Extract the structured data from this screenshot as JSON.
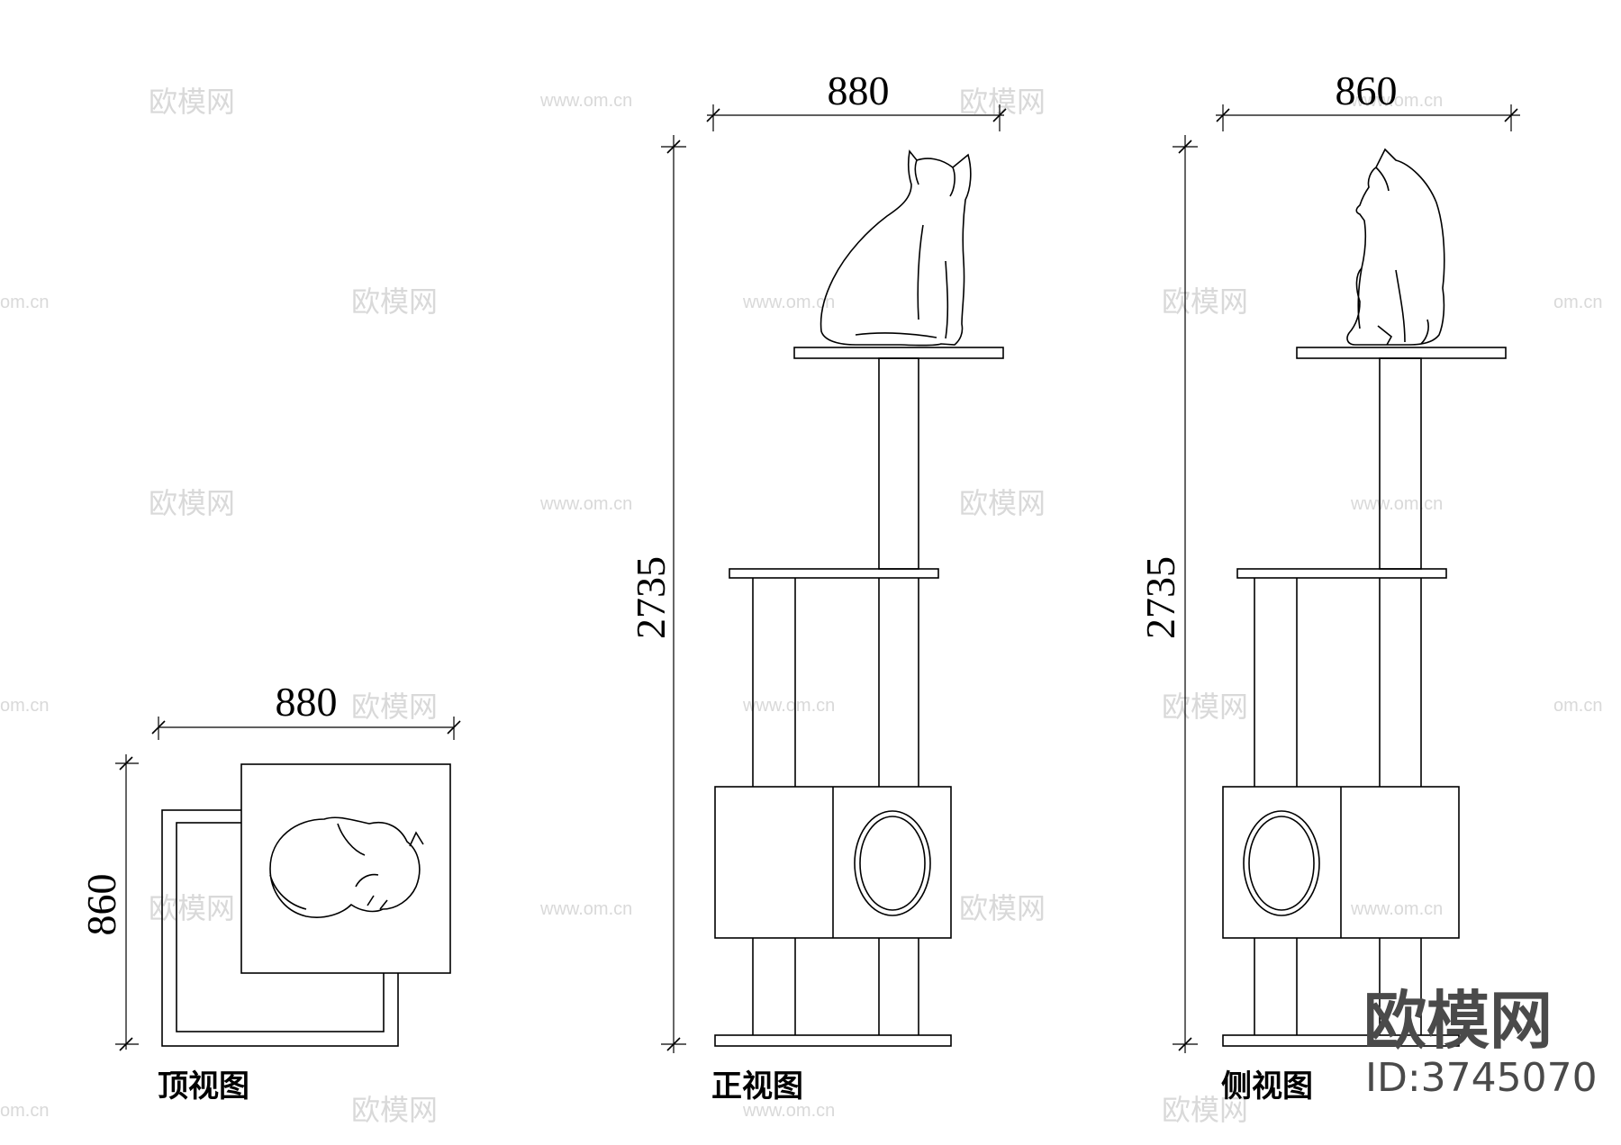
{
  "views": {
    "top": {
      "label": "顶视图",
      "width_dim": "880",
      "depth_dim": "860"
    },
    "front": {
      "label": "正视图",
      "width_dim": "880",
      "height_dim": "2735"
    },
    "side": {
      "label": "侧视图",
      "width_dim": "860",
      "height_dim": "2735"
    }
  },
  "watermarks": {
    "site_cn": "欧模网",
    "site_url": "www.om.cn",
    "site_url_cut": "om.cn"
  },
  "brand": {
    "name": "欧模网",
    "id": "ID:3745070"
  }
}
